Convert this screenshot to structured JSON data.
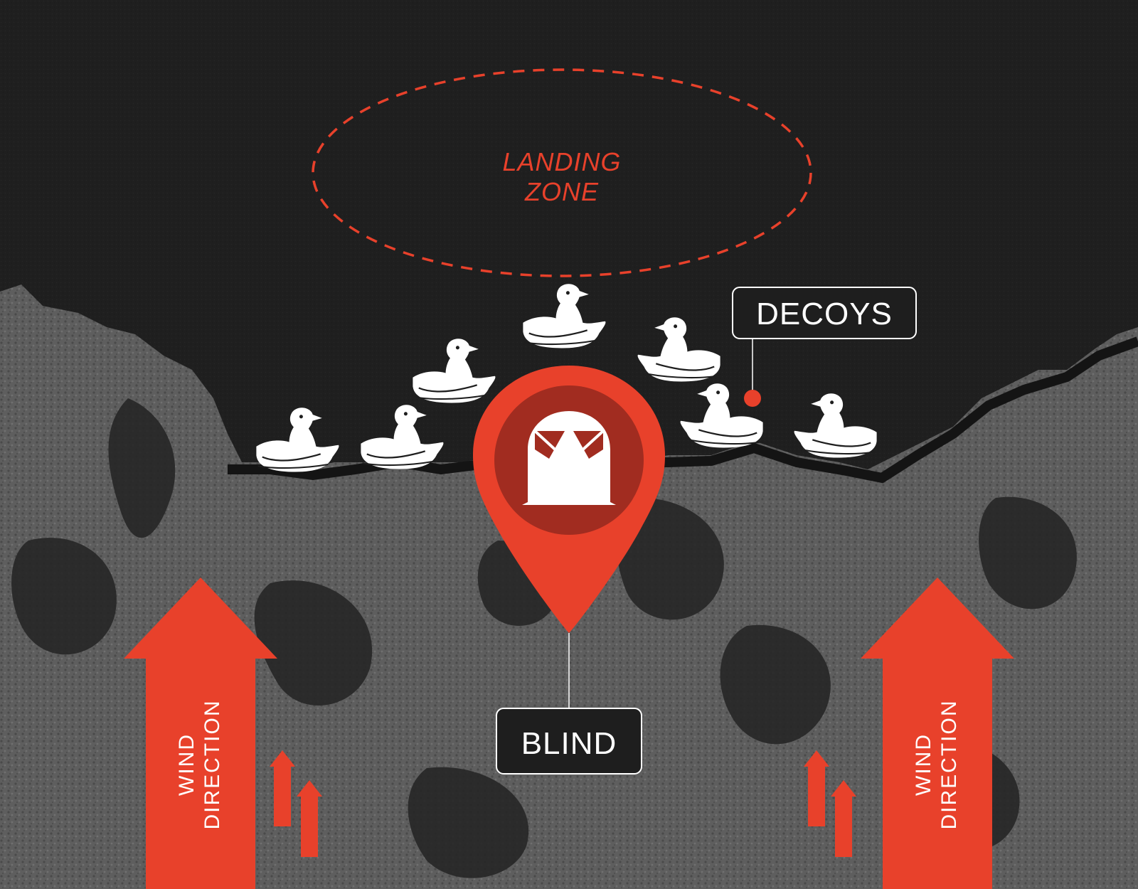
{
  "landing_zone": {
    "line1": "LANDING",
    "line2": "ZONE"
  },
  "labels": {
    "decoys": "DECOYS",
    "blind": "BLIND"
  },
  "wind": {
    "line1": "WIND",
    "line2": "DIRECTION"
  },
  "icons": {
    "blind_marker": "map-pin-icon",
    "decoy": "duck-decoy-icon",
    "wind": "arrow-up-icon"
  },
  "colors": {
    "accent": "#e8412b",
    "accent_dark": "#a12c20",
    "background": "#1e1e1e",
    "terrain": "#5c5c5c",
    "label_border": "#ffffff"
  }
}
